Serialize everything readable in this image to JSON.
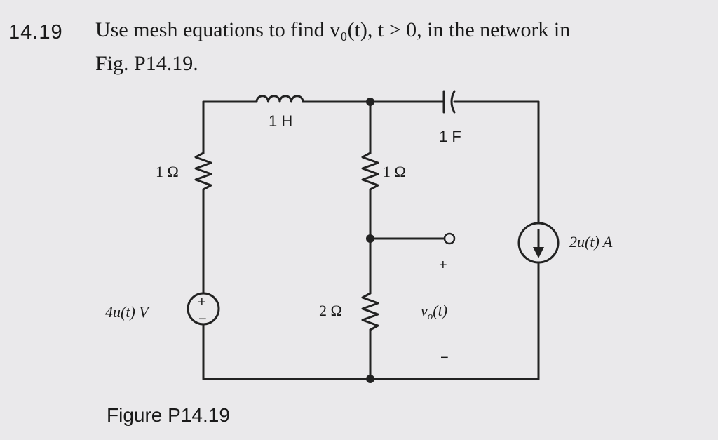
{
  "problem": {
    "number": "14.19",
    "line1": "Use mesh equations to find v₀(t), t > 0, in the network in",
    "line2": "Fig. P14.19."
  },
  "components": {
    "inductor": "1 H",
    "capacitor": "1 F",
    "left_resistor": "1 Ω",
    "mid_resistor_top": "1 Ω",
    "mid_resistor_bottom": "2 Ω",
    "voltage_source": "4u(t) V",
    "current_source": "2u(t) A",
    "output_voltage": "v",
    "output_voltage_sub": "o",
    "output_voltage_arg": "(t)",
    "plus": "+",
    "minus": "−"
  },
  "caption": "Figure P14.19"
}
